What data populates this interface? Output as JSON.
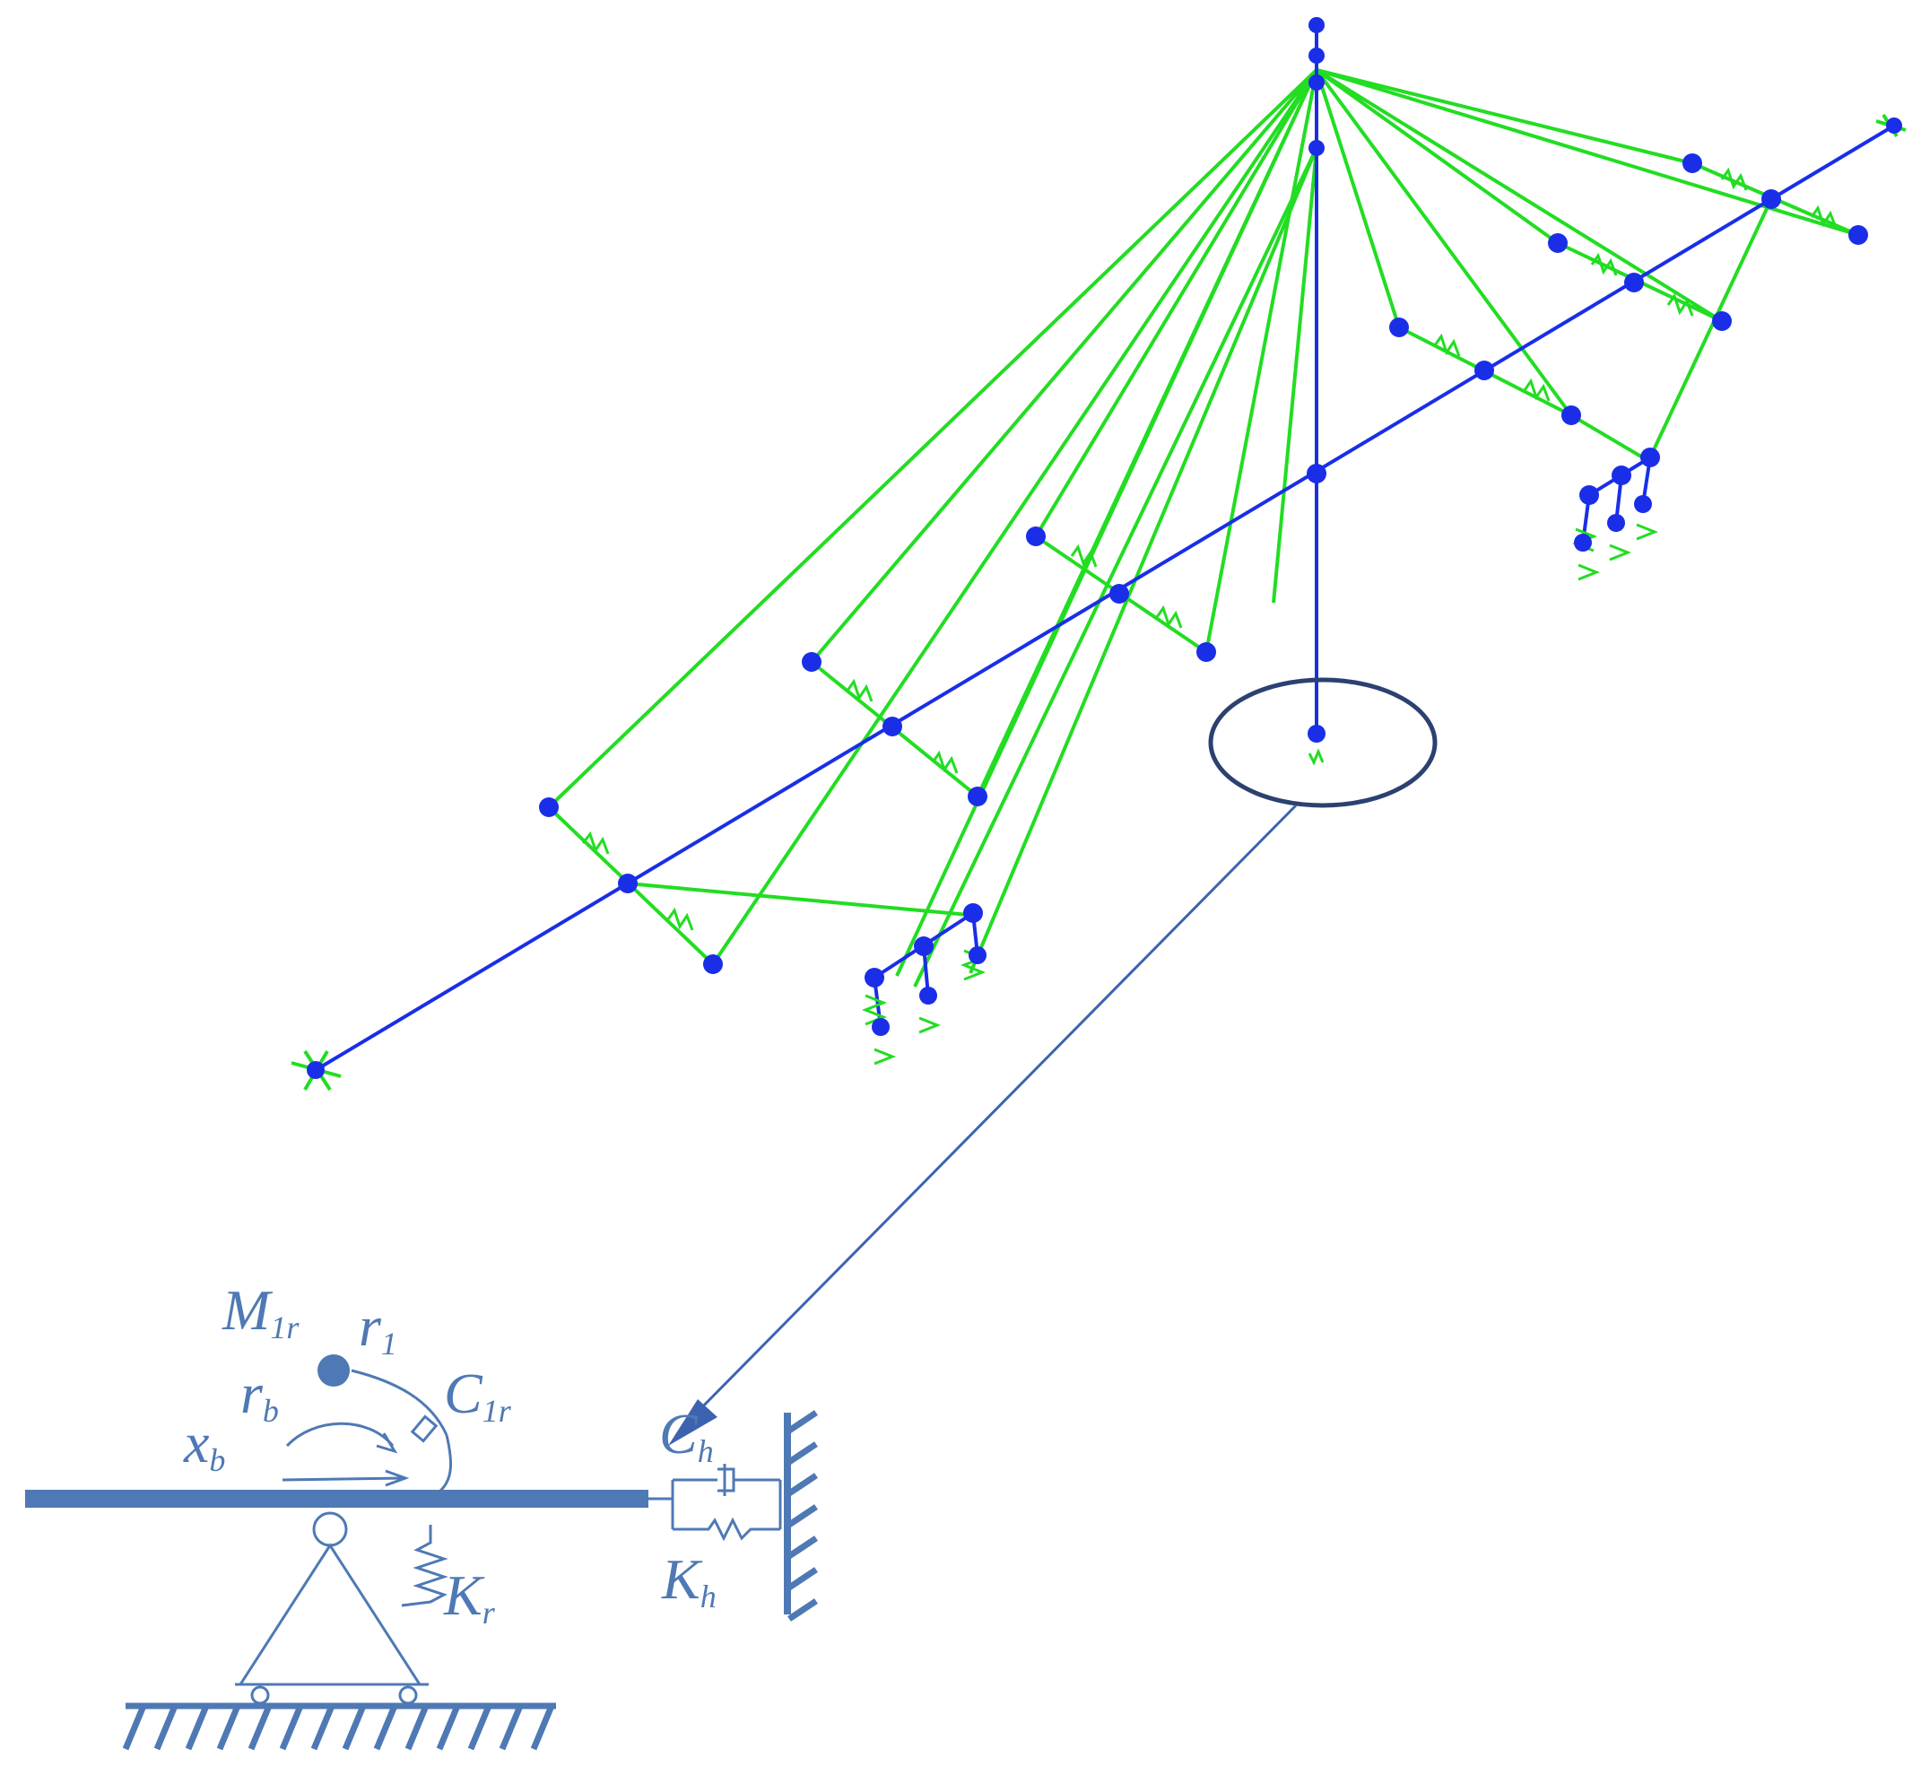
{
  "colors": {
    "structure": "#1a2ee8",
    "cables": "#22dd22",
    "model": "#4f79b4",
    "zoom_ellipse": "#2b4170",
    "pointer": "#3d63b0"
  },
  "labels": {
    "mass_main": "M",
    "mass_sub": "1r",
    "r1_main": "r",
    "r1_sub": "1",
    "c1r_main": "C",
    "c1r_sub": "1r",
    "rb_main": "r",
    "rb_sub": "b",
    "xb_main": "x",
    "xb_sub": "b",
    "ch_main": "C",
    "ch_sub": "h",
    "kh_main": "K",
    "kh_sub": "h",
    "kr_main": "K",
    "kr_sub": "r"
  }
}
